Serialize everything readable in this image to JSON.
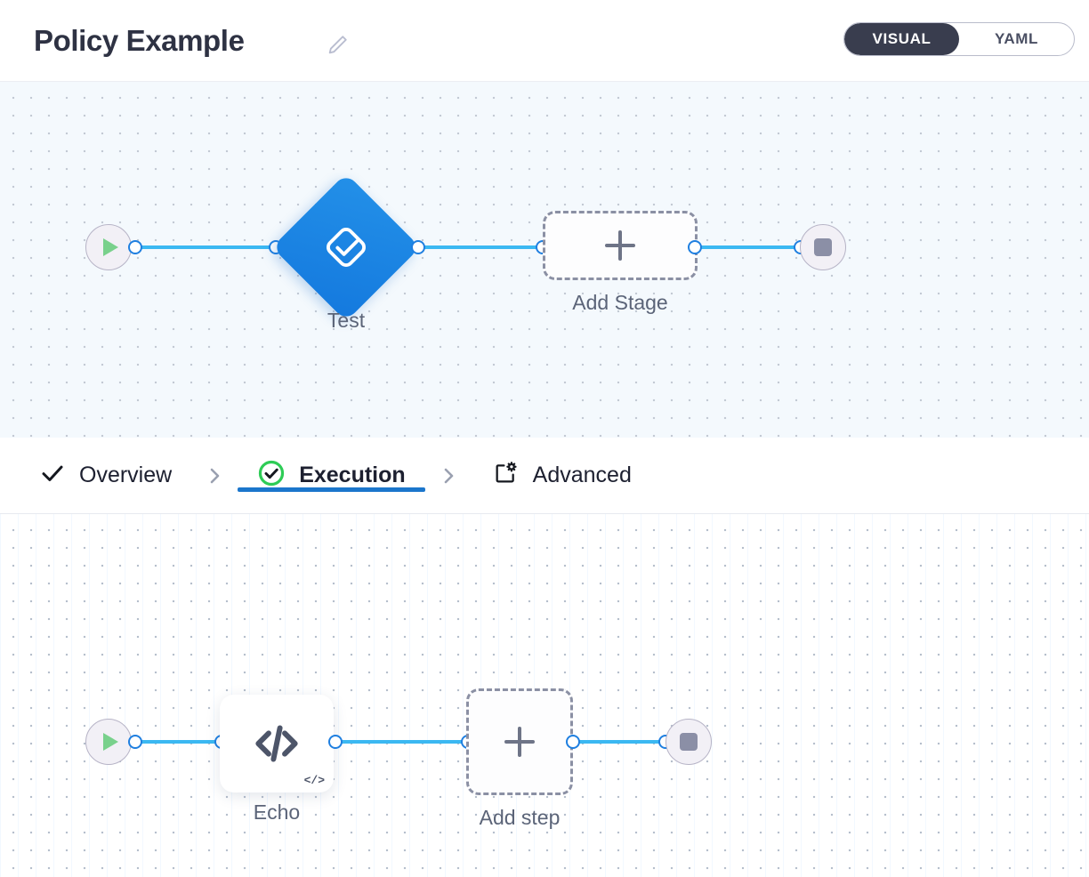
{
  "header": {
    "title": "Policy Example",
    "edit_icon": "pencil-icon",
    "mode_toggle": {
      "options": [
        {
          "label": "VISUAL",
          "active": true
        },
        {
          "label": "YAML",
          "active": false
        }
      ],
      "active_color": "#393d4e"
    }
  },
  "stage_canvas": {
    "start_node": {
      "icon": "play-icon",
      "color": "#79d18c"
    },
    "stage_node": {
      "label": "Test",
      "icon": "check-diamond-icon",
      "color": "#1a85e3"
    },
    "add_stage": {
      "label": "Add Stage",
      "icon": "plus-icon"
    },
    "end_node": {
      "icon": "stop-icon",
      "color": "#8b8fa6"
    },
    "edge_color": "#3bb8f2"
  },
  "tabs": [
    {
      "label": "Overview",
      "icon": "check-icon",
      "active": false
    },
    {
      "label": "Execution",
      "icon": "check-circle-icon",
      "active": true
    },
    {
      "label": "Advanced",
      "icon": "window-gear-icon",
      "active": false
    }
  ],
  "tab_separator_icon": "chevron-right-icon",
  "step_canvas": {
    "start_node": {
      "icon": "play-icon",
      "color": "#79d18c"
    },
    "step_node": {
      "label": "Echo",
      "icon": "code-icon",
      "badge": "</>"
    },
    "add_step": {
      "label": "Add step",
      "icon": "plus-icon"
    },
    "end_node": {
      "icon": "stop-icon",
      "color": "#8b8fa6"
    },
    "edge_color": "#3bb8f2"
  }
}
